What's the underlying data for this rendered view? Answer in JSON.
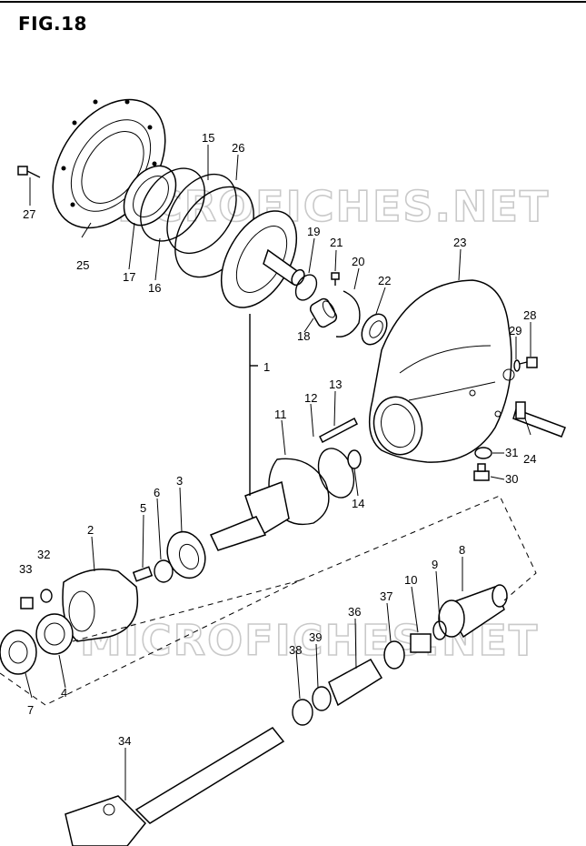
{
  "figure": {
    "title": "FIG.18"
  },
  "watermarks": [
    "MICROFICHES.NET",
    "MICROFICHES.NET"
  ],
  "parts": [
    {
      "num": "1",
      "name": "final-gear-set-callout"
    },
    {
      "num": "2",
      "name": "bearing-case-callout"
    },
    {
      "num": "3",
      "name": "bearing-3-callout"
    },
    {
      "num": "4",
      "name": "bearing-4-callout"
    },
    {
      "num": "5",
      "name": "pin-5-callout"
    },
    {
      "num": "6",
      "name": "shim-6-callout"
    },
    {
      "num": "7",
      "name": "oil-seal-7-callout"
    },
    {
      "num": "8",
      "name": "coupling-8-callout"
    },
    {
      "num": "9",
      "name": "washer-9-callout"
    },
    {
      "num": "10",
      "name": "nut-10-callout"
    },
    {
      "num": "11",
      "name": "gasket-11-callout"
    },
    {
      "num": "12",
      "name": "o-ring-12-callout"
    },
    {
      "num": "13",
      "name": "stud-13-callout"
    },
    {
      "num": "14",
      "name": "washer-14-callout"
    },
    {
      "num": "15",
      "name": "shim-15-callout"
    },
    {
      "num": "16",
      "name": "o-ring-16-callout"
    },
    {
      "num": "17",
      "name": "oil-seal-17-callout"
    },
    {
      "num": "18",
      "name": "bearing-18-callout"
    },
    {
      "num": "19",
      "name": "shim-19-callout"
    },
    {
      "num": "20",
      "name": "plate-20-callout"
    },
    {
      "num": "21",
      "name": "screw-21-callout"
    },
    {
      "num": "22",
      "name": "bearing-22-callout"
    },
    {
      "num": "23",
      "name": "gear-case-callout"
    },
    {
      "num": "24",
      "name": "bolt-24-callout"
    },
    {
      "num": "25",
      "name": "cover-25-callout"
    },
    {
      "num": "26",
      "name": "o-ring-26-callout"
    },
    {
      "num": "27",
      "name": "bolt-27-callout"
    },
    {
      "num": "28",
      "name": "bolt-28-callout"
    },
    {
      "num": "29",
      "name": "gasket-29-callout"
    },
    {
      "num": "30",
      "name": "plug-30-callout"
    },
    {
      "num": "31",
      "name": "gasket-31-callout"
    },
    {
      "num": "32",
      "name": "washer-32-callout"
    },
    {
      "num": "33",
      "name": "nut-33-callout"
    },
    {
      "num": "34",
      "name": "propeller-shaft-callout"
    },
    {
      "num": "36",
      "name": "spline-shaft-callout"
    },
    {
      "num": "37",
      "name": "spring-37-callout"
    },
    {
      "num": "38",
      "name": "circlip-38-callout"
    },
    {
      "num": "39",
      "name": "o-ring-39-callout"
    }
  ]
}
